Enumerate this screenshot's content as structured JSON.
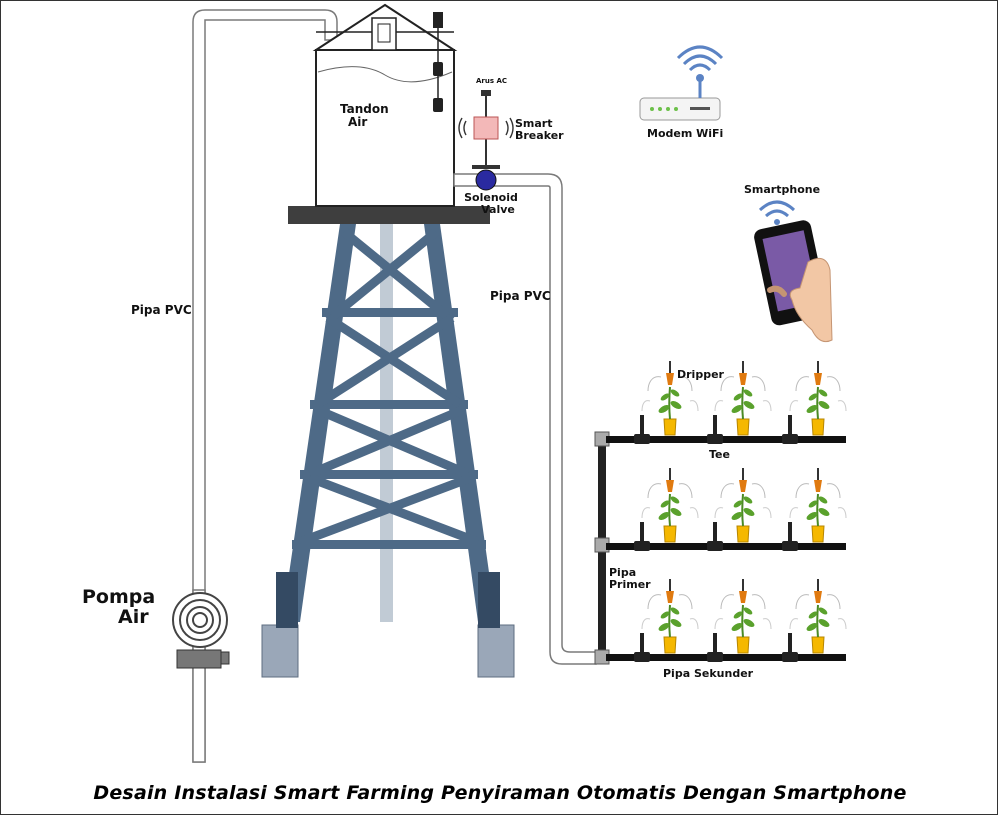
{
  "labels": {
    "tank": [
      "Tandon",
      "Air"
    ],
    "pipe_left": "Pipa PVC",
    "pipe_right": "Pipa PVC",
    "ac": "Arus AC",
    "breaker": [
      "Smart",
      "Breaker"
    ],
    "valve": [
      "Solenoid",
      "Valve"
    ],
    "modem": "Modem WiFi",
    "phone": "Smartphone",
    "dripper": "Dripper",
    "tee": "Tee",
    "primary": [
      "Pipa",
      "Primer"
    ],
    "secondary": "Pipa Sekunder",
    "pump": [
      "Pompa",
      "Air"
    ]
  },
  "caption": "Desain Instalasi Smart Farming Penyiraman Otomatis Dengan Smartphone",
  "colors": {
    "tower": "#4e6a87",
    "tower_dark": "#344a63",
    "pipe_fill": "#ffffff",
    "pipe_stroke": "#7a7a7a",
    "pot": "#f5b800",
    "leaf": "#5aa12c",
    "drip_pipe": "#111111",
    "valve": "#2a2aa0",
    "breaker": "#f3b8b8",
    "wifi": "#5b83c4",
    "phone_screen": "#7a5aa6"
  }
}
